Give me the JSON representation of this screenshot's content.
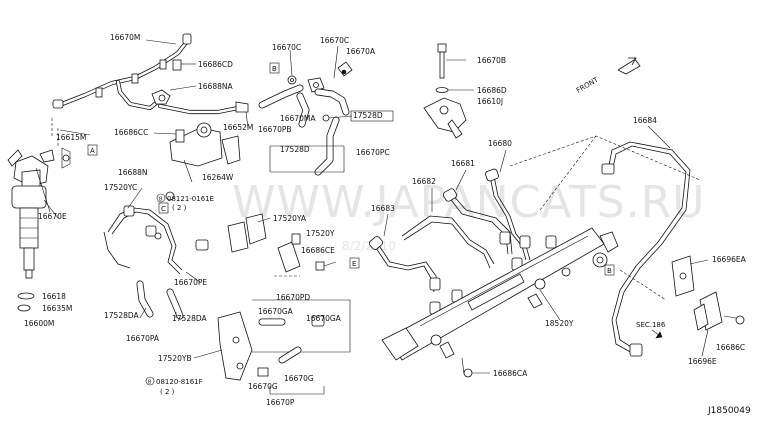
{
  "diagram": {
    "id": "J1850049",
    "watermark": "WWW.JAPANCATS.RU",
    "date_stamp": "8/2/2010",
    "front_label": "FRONT",
    "section_ref": "SEC.186",
    "view_markers": {
      "a": "A",
      "b": "B",
      "c": "C",
      "e": "E"
    },
    "bolt_refs": [
      {
        "code": "08121-0161E",
        "qty": "( 2 )"
      },
      {
        "code": "08120-8161F",
        "qty": "( 2 )"
      }
    ],
    "labels": {
      "p16670M": "16670M",
      "p16686CD": "16686CD",
      "p16688NA": "16688NA",
      "p16670C_1": "16670C",
      "p16670C_2": "16670C",
      "p16670A": "16670A",
      "p16670B": "16670B",
      "p16686D": "16686D",
      "p16610J": "16610J",
      "p16615M": "16615M",
      "p16686CC": "16686CC",
      "p16652M": "16652M",
      "p16670MA": "16670MA",
      "p17528D_1": "17528D",
      "p16670PB": "16670PB",
      "p17528D_2": "17528D",
      "p16670PC": "16670PC",
      "p16684": "16684",
      "p16680": "16680",
      "p16681": "16681",
      "p16682": "16682",
      "p16688N": "16688N",
      "p17520YC": "17520YC",
      "p16264W": "16264W",
      "p16670E": "16670E",
      "p17520YA": "17520YA",
      "p16683": "16683",
      "p17520Y": "17520Y",
      "p16686CE": "16686CE",
      "p16696EA": "16696EA",
      "p16618": "16618",
      "p16635M": "16635M",
      "p16600M": "16600M",
      "p16670PE": "16670PE",
      "p16670PD": "16670PD",
      "p17528DA_1": "17528DA",
      "p17528DA_2": "17528DA",
      "p16670GA_1": "16670GA",
      "p16670GA_2": "16670GA",
      "p16670PA": "16670PA",
      "p18520Y": "18520Y",
      "p17520YB": "17520YB",
      "p16670G_1": "16670G",
      "p16670G_2": "16670G",
      "p16670P": "16670P",
      "p16686CA": "16686CA",
      "p16686C": "16686C",
      "p16696E": "16696E"
    }
  }
}
